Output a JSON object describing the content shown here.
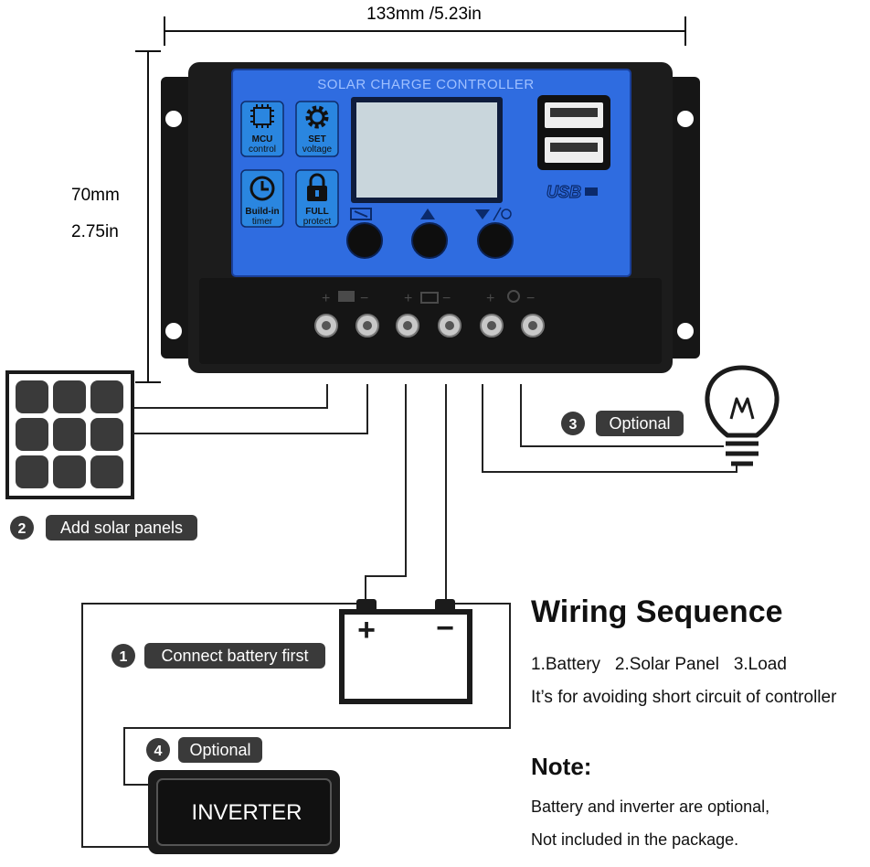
{
  "dimensions": {
    "width_label": "133mm /5.23in",
    "height_mm": "70mm",
    "height_in": "2.75in"
  },
  "controller": {
    "title": "SOLAR CHARGE CONTROLLER",
    "features": [
      {
        "line1": "MCU",
        "line2": "control",
        "icon": "chip-icon"
      },
      {
        "line1": "SET",
        "line2": "voltage",
        "icon": "gear-icon"
      },
      {
        "line1": "Build-in",
        "line2": "timer",
        "icon": "clock-icon"
      },
      {
        "line1": "FULL",
        "line2": "protect",
        "icon": "lock-icon"
      }
    ],
    "usb_label": "USB",
    "colors": {
      "panel": "#2f6ce0",
      "body": "#1c1c1c",
      "lcd": "#c9d6dc"
    }
  },
  "steps": {
    "battery": {
      "number": "1",
      "label": "Connect battery first"
    },
    "solar": {
      "number": "2",
      "label": "Add solar panels"
    },
    "load": {
      "number": "3",
      "label": "Optional"
    },
    "inverter": {
      "number": "4",
      "label": "Optional"
    }
  },
  "battery": {
    "plus": "+",
    "minus": "−"
  },
  "inverter": {
    "label": "INVERTER"
  },
  "wiring": {
    "title": "Wiring Sequence",
    "order": [
      "1.Battery",
      "2.Solar Panel",
      "3.Load"
    ],
    "reason": "It’s for avoiding short circuit of controller"
  },
  "note": {
    "title": "Note:",
    "lines": [
      "Battery and inverter are optional,",
      "Not included in the package."
    ]
  }
}
